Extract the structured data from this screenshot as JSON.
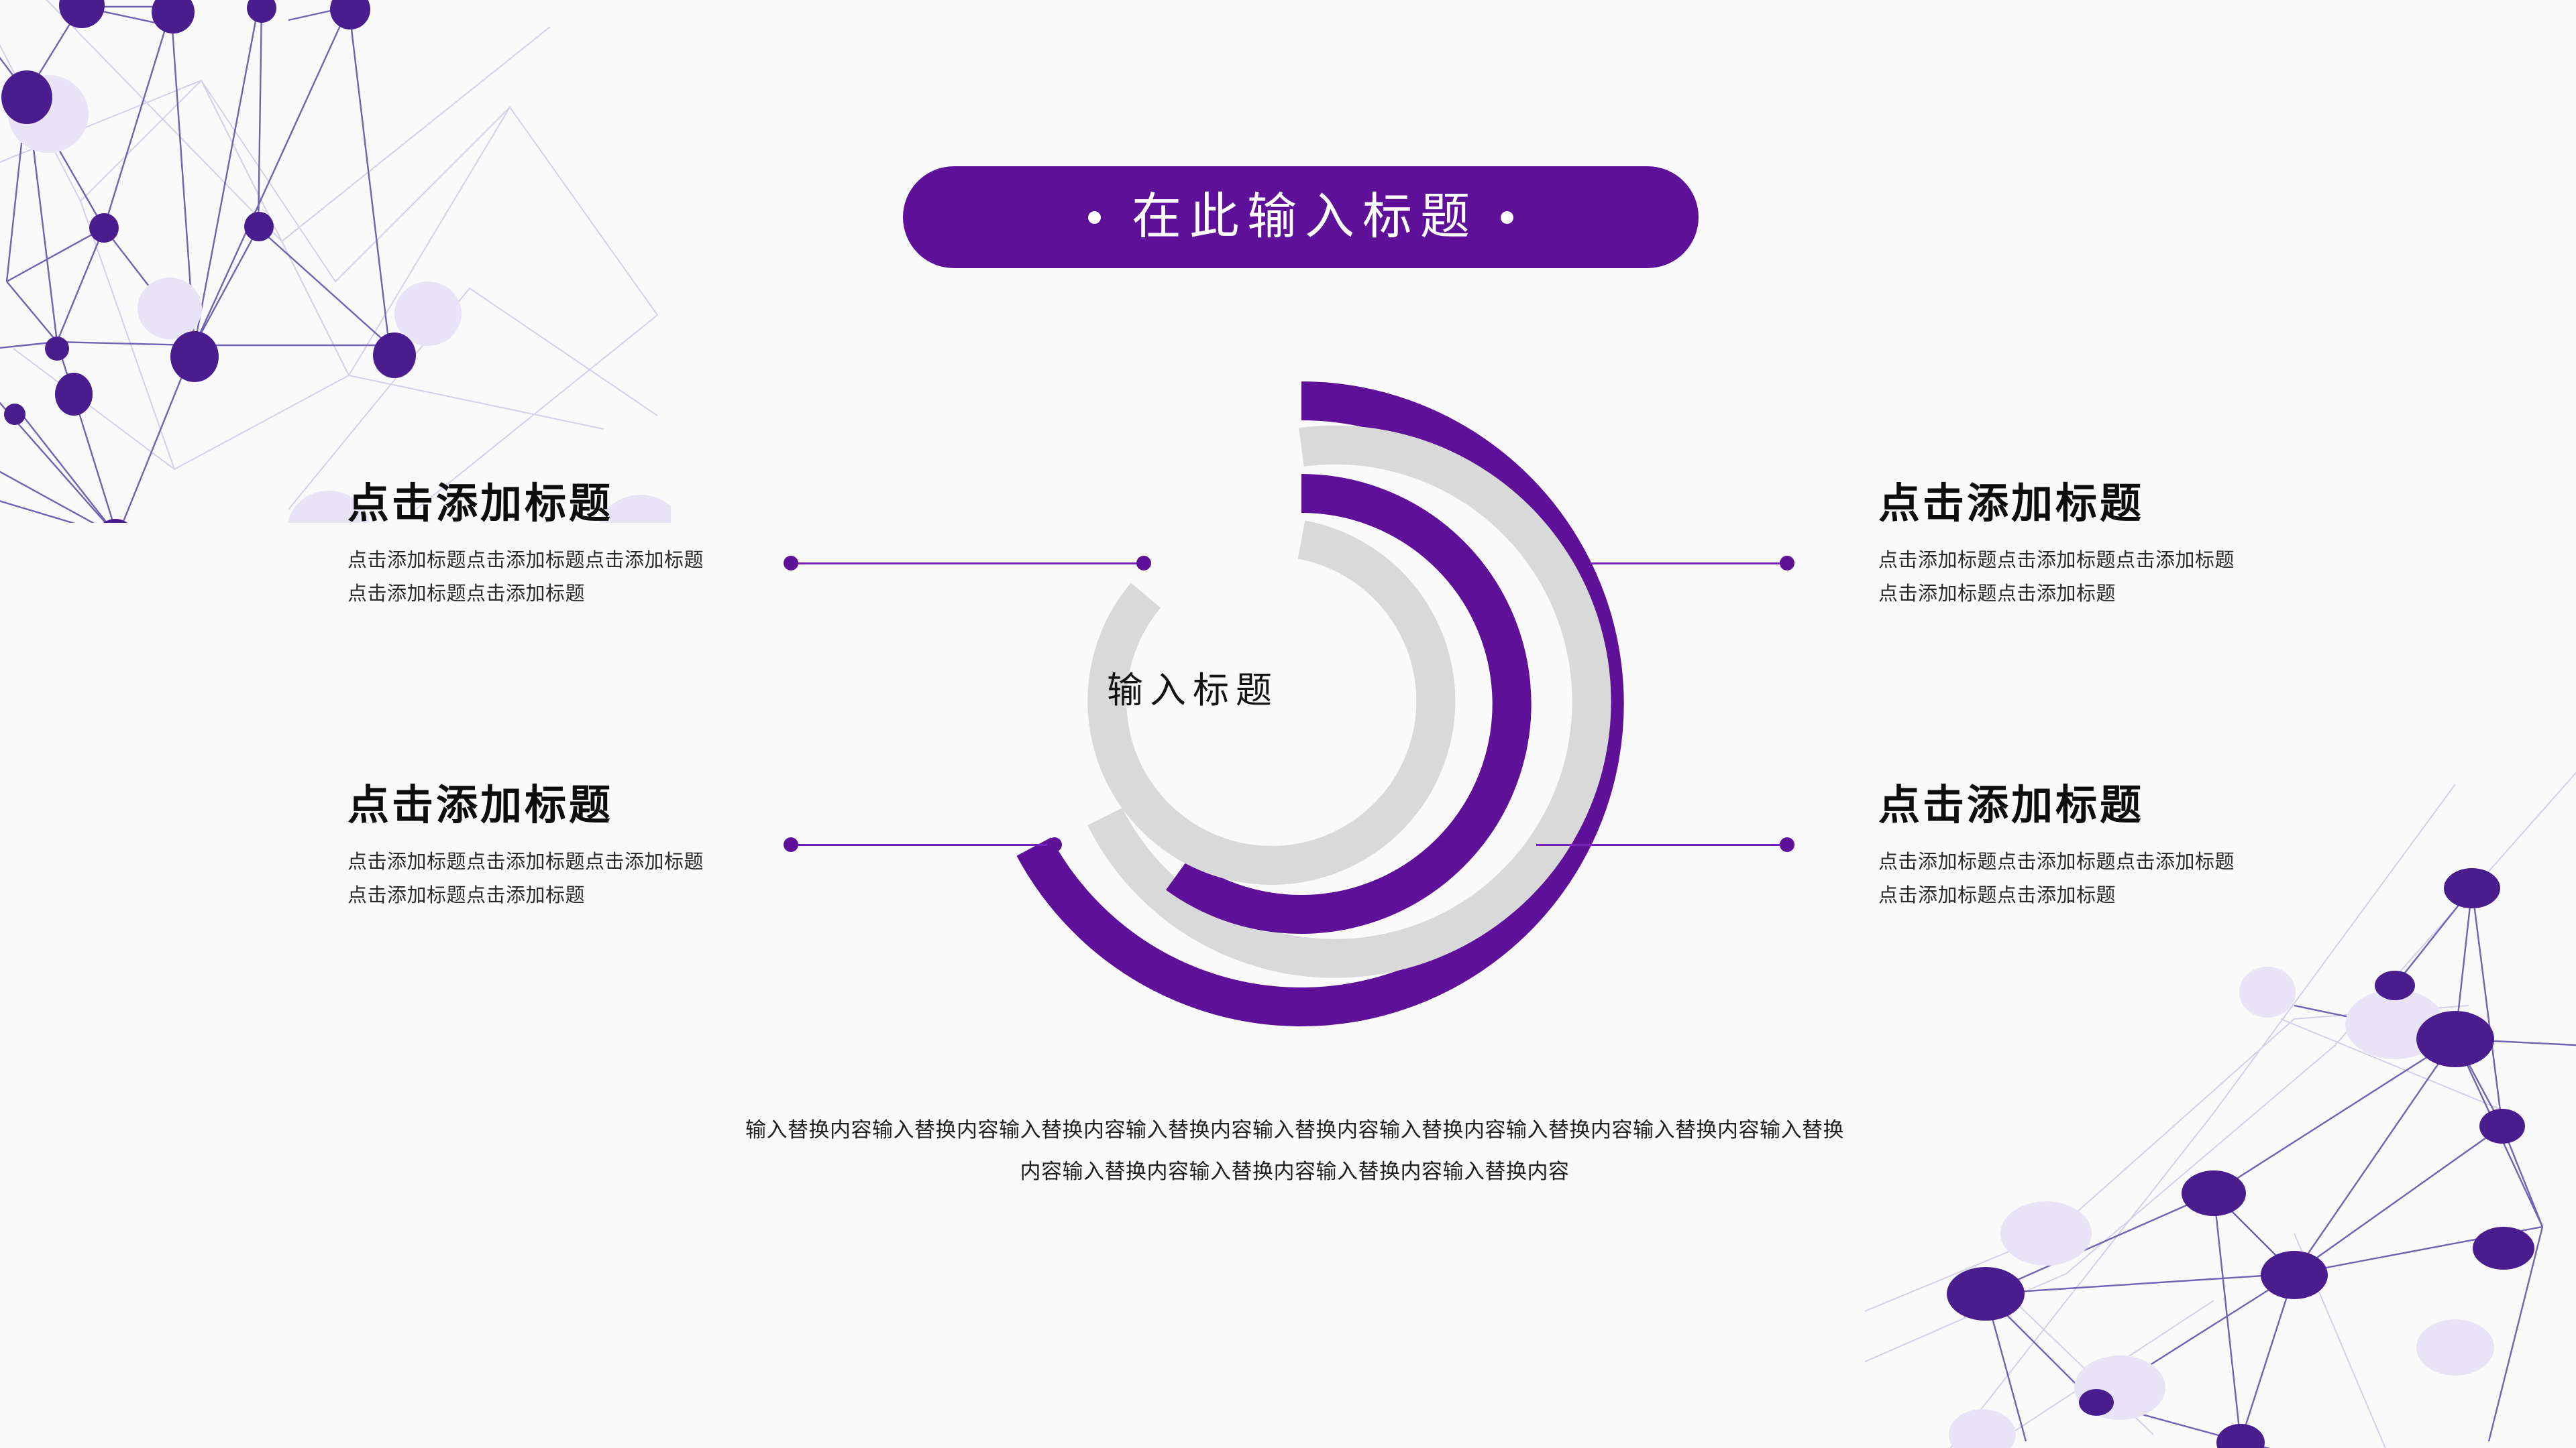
{
  "slide": {
    "background_color": "#fafafa",
    "accent_purple": "#5e1198",
    "line_purple": "#7723b5",
    "arc_gray": "#d9d9d9",
    "node_purple": "#4a1d8f",
    "node_pale": "#e7e2f2"
  },
  "title": {
    "text": "在此输入标题",
    "left_bullet": "•",
    "right_bullet": "•"
  },
  "ring": {
    "center_label": "输入标题",
    "arcs": [
      {
        "name": "outer-purple-arc",
        "color": "#5e1198",
        "radius": 452,
        "thickness": 58,
        "start_deg": -90,
        "end_deg": 152
      },
      {
        "name": "outer-gray-arc",
        "color": "#d9d9d9",
        "radius": 383,
        "thickness": 58,
        "start_deg": -90,
        "end_deg": 140
      },
      {
        "name": "inner-purple-arc",
        "color": "#5e1198",
        "radius": 314,
        "thickness": 58,
        "start_deg": -90,
        "end_deg": 126
      },
      {
        "name": "inner-gray-arc",
        "color": "#d9d9d9",
        "radius": 245,
        "thickness": 58,
        "start_deg": -90,
        "end_deg": 104
      }
    ]
  },
  "blocks": [
    {
      "id": "top-left",
      "heading": "点击添加标题",
      "body": "点击添加标题点击添加标题点击添加标题点击添加标题点击添加标题"
    },
    {
      "id": "bottom-left",
      "heading": "点击添加标题",
      "body": "点击添加标题点击添加标题点击添加标题点击添加标题点击添加标题"
    },
    {
      "id": "top-right",
      "heading": "点击添加标题",
      "body": "点击添加标题点击添加标题点击添加标题点击添加标题点击添加标题"
    },
    {
      "id": "bottom-right",
      "heading": "点击添加标题",
      "body": "点击添加标题点击添加标题点击添加标题点击添加标题点击添加标题"
    }
  ],
  "footer": {
    "paragraph": "输入替换内容输入替换内容输入替换内容输入替换内容输入替换内容输入替换内容输入替换内容输入替换内容输入替换内容输入替换内容输入替换内容输入替换内容输入替换内容"
  }
}
